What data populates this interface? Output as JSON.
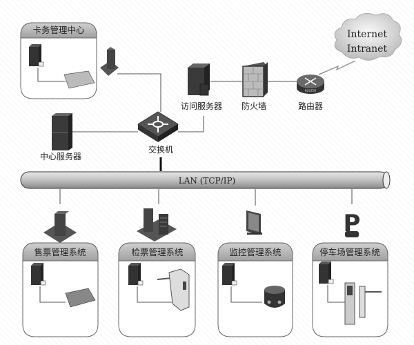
{
  "diagram": {
    "top": {
      "card_center": "卡务管理中心",
      "center_server": "中心服务器",
      "switch": "交换机",
      "access_server": "访问服务器",
      "firewall": "防火墙",
      "router": "路由器",
      "router_badge": "ROUTER",
      "cloud_line1": "Internet",
      "cloud_line2": "Intranet"
    },
    "lan": "LAN (TCP/IP)",
    "systems": [
      {
        "title": "售票管理系统"
      },
      {
        "title": "检票管理系统"
      },
      {
        "title": "监控管理系统"
      },
      {
        "title": "停车场管理系统"
      }
    ],
    "parking_sign": "P"
  },
  "colors": {
    "device": "#3a3a3a",
    "header": "#b8b8b8",
    "pipe": "#c4c4c4"
  }
}
